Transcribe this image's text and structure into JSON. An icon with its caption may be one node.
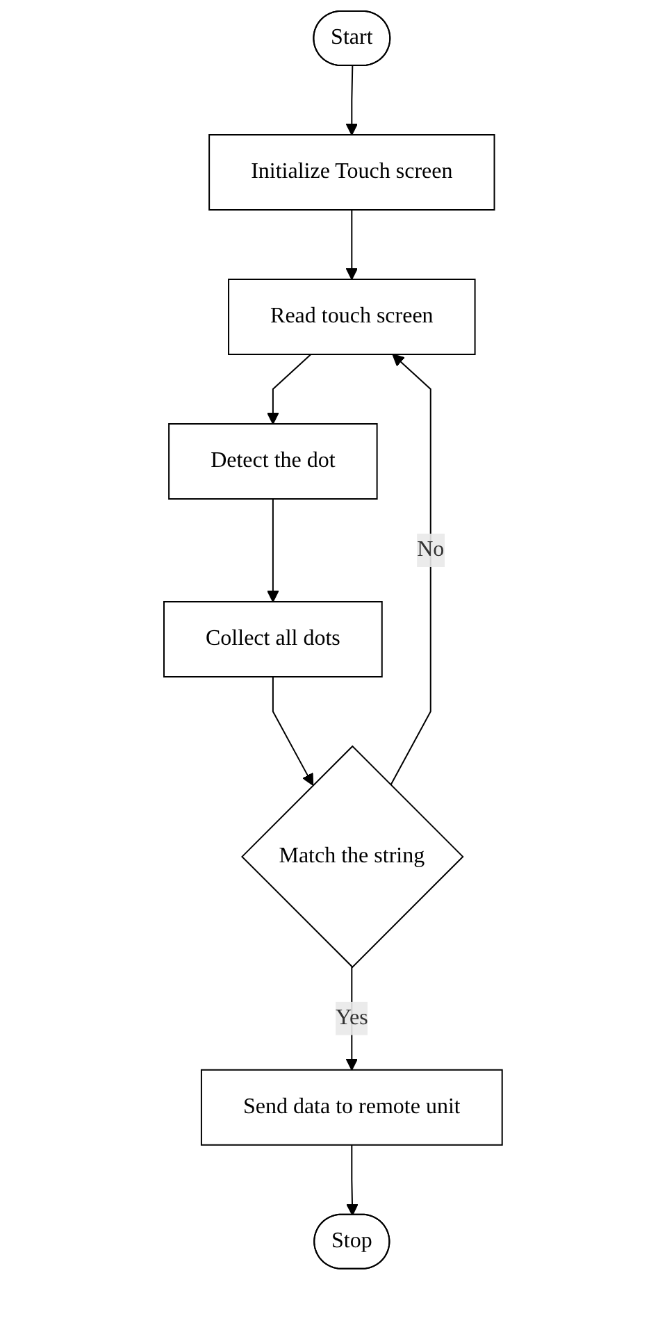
{
  "diagram": {
    "nodes": [
      {
        "text": [
          "Start"
        ]
      },
      {
        "text": [
          "Initialize Touch screen"
        ]
      },
      {
        "text": [
          "Read touch screen"
        ]
      },
      {
        "text": [
          "Detect the dot"
        ]
      },
      {
        "text": [
          "Collect all dots"
        ]
      },
      {
        "text": [
          "Match the string"
        ]
      },
      {
        "text": [
          "Send data to remote unit"
        ]
      },
      {
        "text": [
          "Stop"
        ]
      }
    ],
    "edges": [
      {
        "from": 0,
        "to": 1,
        "arrow": "to"
      },
      {
        "from": 1,
        "to": 2,
        "arrow": "to"
      },
      {
        "from": 2,
        "to": 3,
        "arrow": "to"
      },
      {
        "from": 3,
        "to": 4,
        "arrow": "to"
      },
      {
        "from": 4,
        "to": 5,
        "arrow": "to"
      },
      {
        "from": 5,
        "to": 2,
        "label": "No",
        "arrow": "to"
      },
      {
        "from": 5,
        "to": 6,
        "label": "Yes",
        "arrow": "to"
      },
      {
        "from": 6,
        "to": 7,
        "arrow": "to"
      }
    ]
  }
}
